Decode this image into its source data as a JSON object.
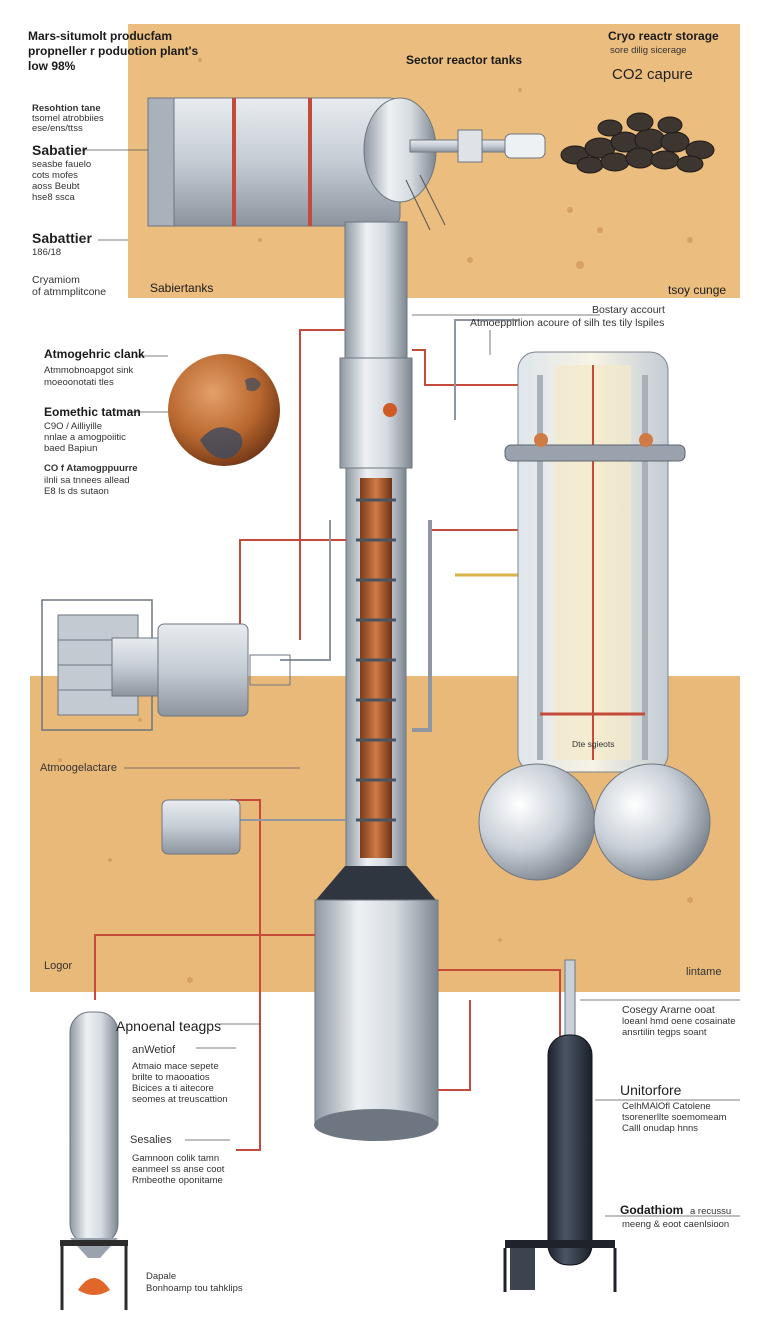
{
  "header": {
    "title_line1": "Mars-situmolt producfam",
    "title_line2": "propneller r poduotion plant's",
    "title_line3": "low 98%"
  },
  "top": {
    "reactor_tanks": "Sector reactor tanks",
    "cryo_title": "Cryo reactr storage",
    "cryo_sub": "sore dilig sicerage",
    "co2_capture": "CO2  capure",
    "tanks_caption": "Sabiertanks",
    "storage_caption": "tsoy cunge"
  },
  "left_top": {
    "reaction_title": "Resohtion tane",
    "reaction_sub1": "tsomel atrobbiies",
    "reaction_sub2": "ese/ens/ttss",
    "sabatier1_title": "Sabatier",
    "sabatier1_sub1": "seasbe fauelo",
    "sabatier1_sub2": "cots mofes",
    "sabatier1_sub3": "aoss Beubt",
    "sabatier1_sub4": "hse8 ssca",
    "sabatier2_title": "Sabattier",
    "sabatier2_sub": "186/18",
    "atmo_line1": "Cryamiom",
    "atmo_line2": "of atmmplitcone"
  },
  "mid": {
    "factory_account": "Bostary accourt",
    "atmo_account": "Atmoeppiriion acoure of silh tes tily lspiles",
    "atmo_clank": "Atmogehric clank",
    "atmo_clank_sub1": "Atmmobnoapgot sink",
    "atmo_clank_sub2": "moeoonotati tles",
    "eomethic_title": "Eomethic tatman",
    "eom_sub1": "C9O / Ailliyille",
    "eom_sub2": "nnlae a amogpoiitic",
    "eom_sub3": "baed Bapiun",
    "co_title": "CO f Atamogppuurre",
    "co_sub1": "ilnli sa tnnees allead",
    "co_sub2": "E8 ls ds sutaon",
    "column_tag": "Dte sgieots",
    "atmospheric_label": "Atmoogelactare"
  },
  "bottom": {
    "left_caption": "Logor",
    "right_caption": "lintame",
    "apnoenal_title": "Apnoenal teagps",
    "anw_title": "anWetiof",
    "anw_sub1": "Atmaio mace sepete",
    "anw_sub2": "brilte to maooatios",
    "anw_sub3": "Bicices a ti aitecore",
    "anw_sub4": "seomes at treuscattion",
    "sesalles_title": "Sesalies",
    "ses_sub1": "Gamnoon colik tamn",
    "ses_sub2": "eanmeel ss anse coot",
    "ses_sub3": "Rmbeothe oponitame",
    "base_title": "Dapale",
    "base_sub": "Bonhoamp tou tahklips",
    "cosegy_title": "Cosegy Ararne ooat",
    "cosegy_sub1": "loeanl hmd oene cosainate",
    "cosegy_sub2": "ansrtilin tegps soant",
    "unitorfore": "Unitorfore",
    "unit_sub1": "CelhMAlOfl Catolene",
    "unit_sub2": "tsorenerllte soemomeam",
    "unit_sub3": "Calll onudap hnns",
    "godathiom": "Godathiom",
    "godathiom_note": "a recussu",
    "godathiom_sub": "meeng & eoot caenlsioon"
  },
  "colors": {
    "mars_sand": "#e9b97a",
    "tank_steel": "#c9d0d8",
    "pipe_red": "#c44a3a",
    "dark_tank": "#2e3643",
    "planet": "#b8672e"
  }
}
